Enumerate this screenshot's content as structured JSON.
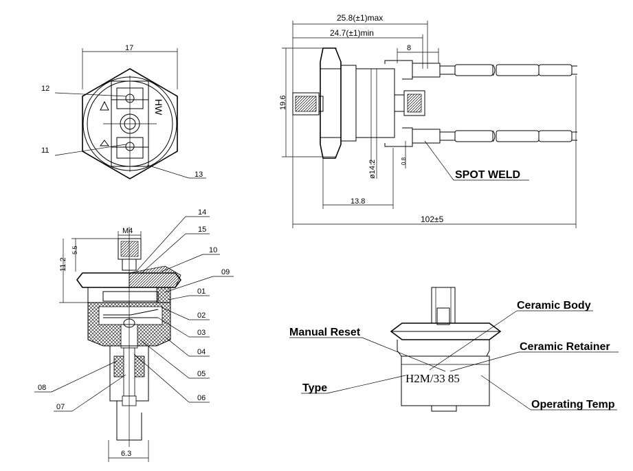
{
  "front_view": {
    "dim_width": "17",
    "labels": {
      "l12": "12",
      "l11": "11",
      "l13": "13"
    },
    "marks": {
      "hw": "HW"
    }
  },
  "side_view": {
    "dim_max": "25.8(±1)max",
    "dim_min": "24.7(±1)min",
    "dim_8": "8",
    "dim_19_6": "19.6",
    "dim_14_2": "ø14.2",
    "dim_0_8": "0.8",
    "dim_13_8": "13.8",
    "dim_102": "102±5",
    "spot_weld": "SPOT WELD"
  },
  "section_view": {
    "dim_m4": "M4",
    "dim_5_5": "5.5",
    "dim_11_2": "11.2",
    "dim_6_3": "6.3",
    "labels": [
      "14",
      "15",
      "10",
      "09",
      "01",
      "02",
      "03",
      "04",
      "05",
      "06",
      "08",
      "07"
    ]
  },
  "label_view": {
    "ceramic_body": "Ceramic Body",
    "manual_reset": "Manual Reset",
    "ceramic_retainer": "Ceramic Retainer",
    "type": "Type",
    "operating_temp": "Operating Temp",
    "marking": "H2M/33  85"
  }
}
